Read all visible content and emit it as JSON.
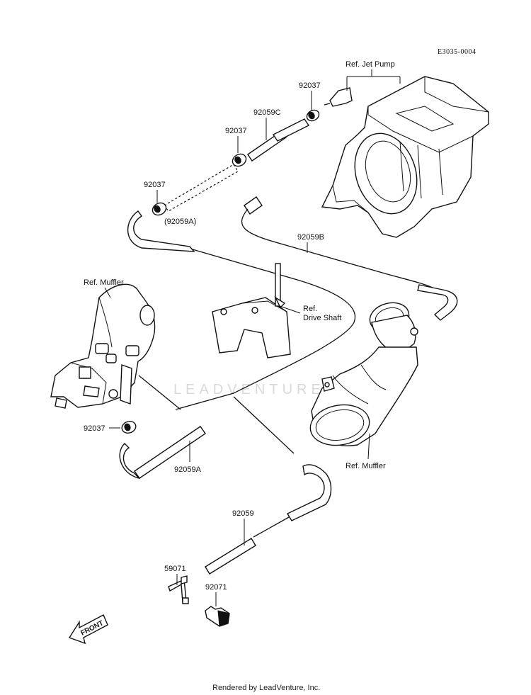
{
  "diagram_code": "E3035-0004",
  "labels": {
    "ref_jet_pump": "Ref. Jet Pump",
    "p92037_top": "92037",
    "p92059C": "92059C",
    "p92037_mid": "92037",
    "p92037_left": "92037",
    "p92059A_paren": "(92059A)",
    "p92059B": "92059B",
    "ref_muffler_left": "Ref. Muffler",
    "ref_drive_shaft_1": "Ref.",
    "ref_drive_shaft_2": "Drive Shaft",
    "p92037_bottom": "92037",
    "p92059A": "92059A",
    "ref_muffler_right": "Ref. Muffler",
    "p92059": "92059",
    "p59071": "59071",
    "p92071": "92071",
    "front": "FRONT"
  },
  "watermark": "LEADVENTURE",
  "footer": "Rendered by LeadVenture, Inc."
}
